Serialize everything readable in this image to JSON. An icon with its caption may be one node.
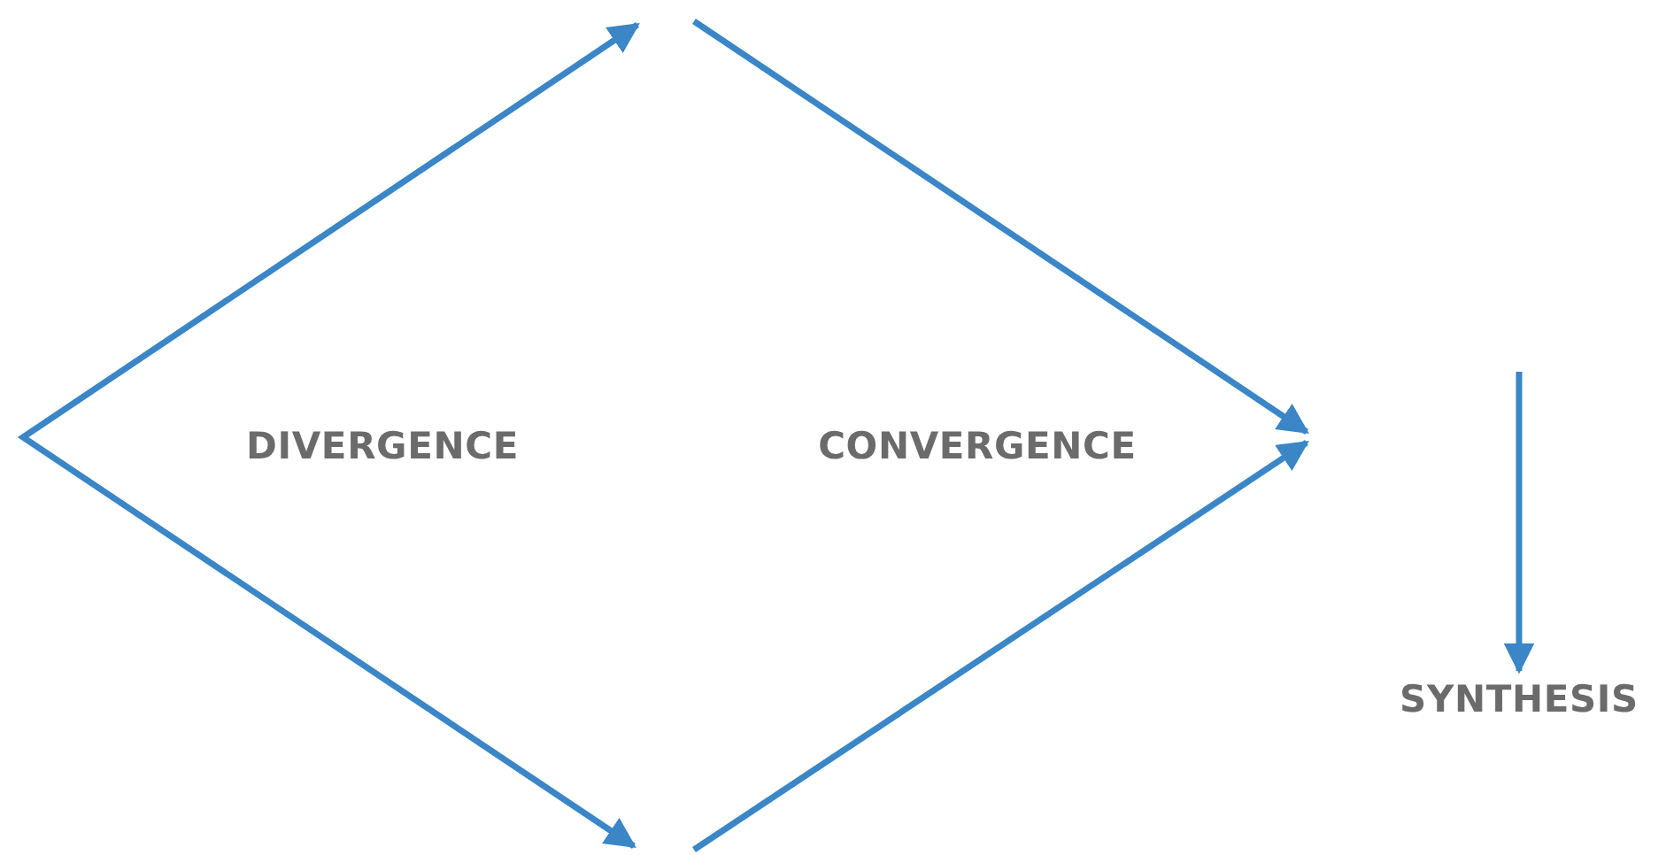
{
  "diagram": {
    "nodes": [
      {
        "text": [
          "DIVERGENCE"
        ]
      },
      {
        "text": [
          "CONVERGENCE"
        ]
      },
      {
        "text": [
          "SYNTHESIS"
        ]
      }
    ],
    "edges": [
      {
        "from": null,
        "to": 2,
        "arrow": "to"
      }
    ]
  }
}
